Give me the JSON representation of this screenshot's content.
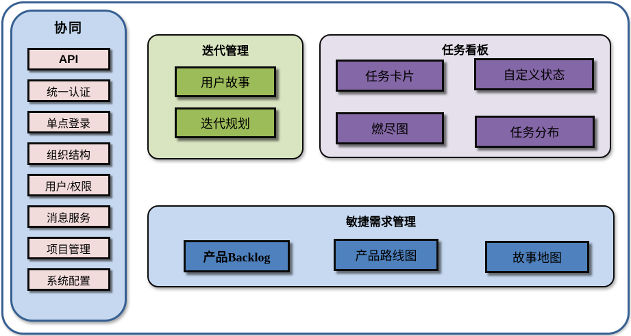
{
  "diagram": {
    "sidebar": {
      "title": "协同",
      "items": [
        "API",
        "统一认证",
        "单点登录",
        "组织结构",
        "用户/权限",
        "消息服务",
        "项目管理",
        "系统配置"
      ]
    },
    "iteration_panel": {
      "title": "迭代管理",
      "items": [
        "用户故事",
        "迭代规划"
      ]
    },
    "kanban_panel": {
      "title": "任务看板",
      "items": [
        "任务卡片",
        "自定义状态",
        "燃尽图",
        "任务分布"
      ]
    },
    "requirements_panel": {
      "title": "敏捷需求管理",
      "items": [
        "产品Backlog",
        "产品路线图",
        "故事地图"
      ]
    }
  },
  "colors": {
    "frame_border": "#376092",
    "sidebar_fill": "#C5D8EF",
    "sidebar_item_fill": "#F2DCDB",
    "iteration_panel_fill": "#D9E4C1",
    "iteration_item_fill": "#9CBB59",
    "kanban_panel_fill": "#E5E0EC",
    "kanban_item_fill": "#8467A6",
    "requirements_panel_fill": "#C6D9F1",
    "requirements_item_fill": "#4E81BD",
    "box_border": "#0B0B0B",
    "text": "#000000"
  }
}
